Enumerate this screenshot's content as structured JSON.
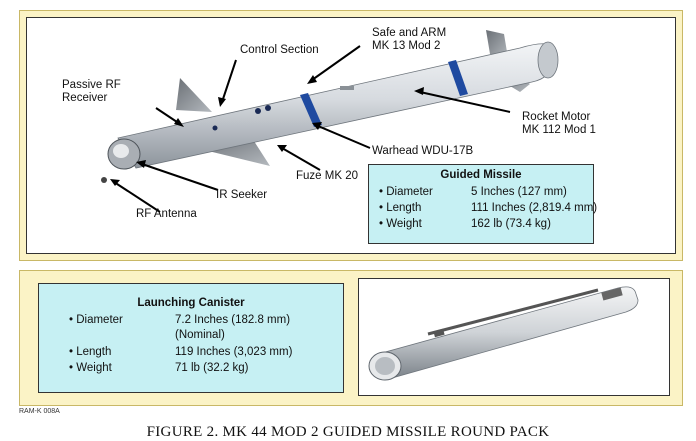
{
  "labels": {
    "passive_rf": [
      "Passive RF",
      "Receiver"
    ],
    "control_section": "Control Section",
    "safe_arm": [
      "Safe and ARM",
      "MK 13 Mod 2"
    ],
    "rocket_motor": [
      "Rocket Motor",
      "MK 112 Mod 1"
    ],
    "warhead": "Warhead WDU-17B",
    "fuze": "Fuze MK 20",
    "ir_seeker": "IR Seeker",
    "rf_antenna": "RF Antenna"
  },
  "guided_missile": {
    "title": "Guided Missile",
    "specs": [
      {
        "name": "• Diameter",
        "value": "5 Inches (127 mm)"
      },
      {
        "name": "• Length",
        "value": "111 Inches (2,819.4 mm)"
      },
      {
        "name": "• Weight",
        "value": "162 lb (73.4 kg)"
      }
    ]
  },
  "launching_canister": {
    "title": "Launching Canister",
    "specs": [
      {
        "name": "• Diameter",
        "value": "7.2 Inches (182.8 mm)",
        "value2": "(Nominal)"
      },
      {
        "name": "• Length",
        "value": "119 Inches (3,023 mm)"
      },
      {
        "name": "• Weight",
        "value": "71 lb (32.2 kg)"
      }
    ]
  },
  "figure_id": "RAM-K 008A",
  "caption": "FIGURE 2.  MK 44 MOD 2 GUIDED MISSILE ROUND PACK",
  "colors": {
    "panel_bg": "#fbf3c6",
    "box_bg": "#c6f0f3",
    "stripe": "#1f4aa0"
  }
}
